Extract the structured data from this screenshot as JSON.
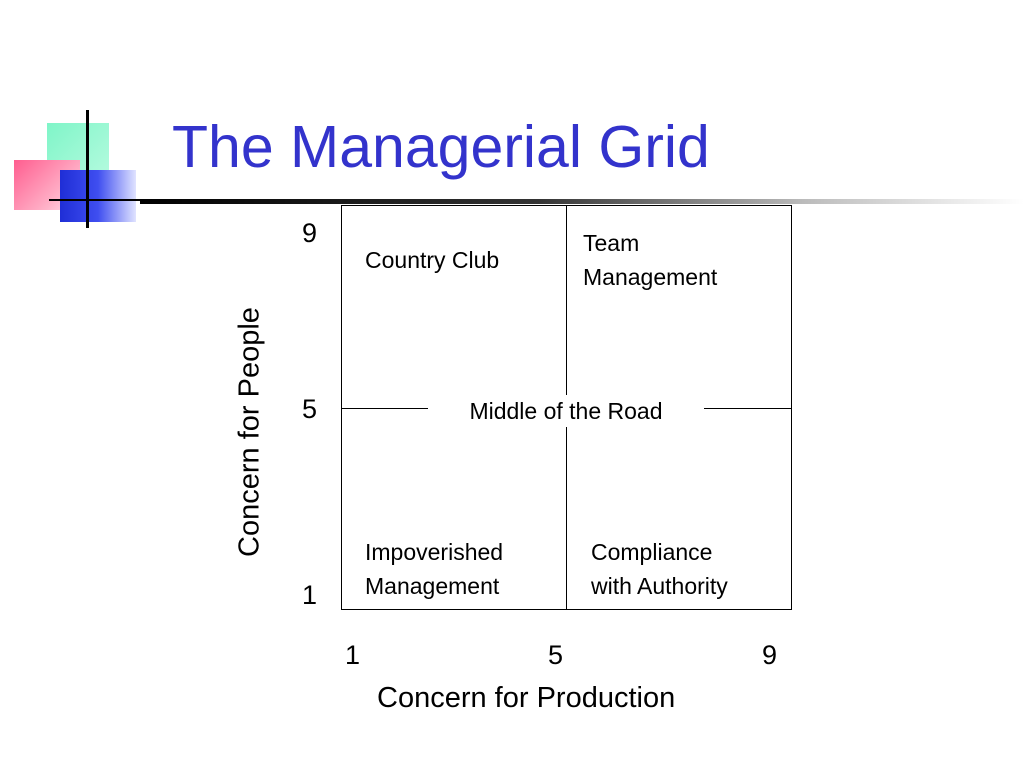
{
  "slide": {
    "title": "The Managerial Grid"
  },
  "grid": {
    "quadrants": {
      "top_left": "Country Club",
      "top_right_line1": "Team",
      "top_right_line2": "Management",
      "center": "Middle of the Road",
      "bottom_left_line1": "Impoverished",
      "bottom_left_line2": "Management",
      "bottom_right_line1": "Compliance",
      "bottom_right_line2": "with Authority"
    },
    "y_axis": {
      "label": "Concern for People",
      "ticks": [
        "9",
        "5",
        "1"
      ]
    },
    "x_axis": {
      "label": "Concern for Production",
      "ticks": [
        "1",
        "5",
        "9"
      ]
    }
  },
  "colors": {
    "title": "#3333cc",
    "logo_green": "#7ff5c8",
    "logo_pink": "#ff5d8f",
    "logo_blue": "#1f2ed6"
  }
}
